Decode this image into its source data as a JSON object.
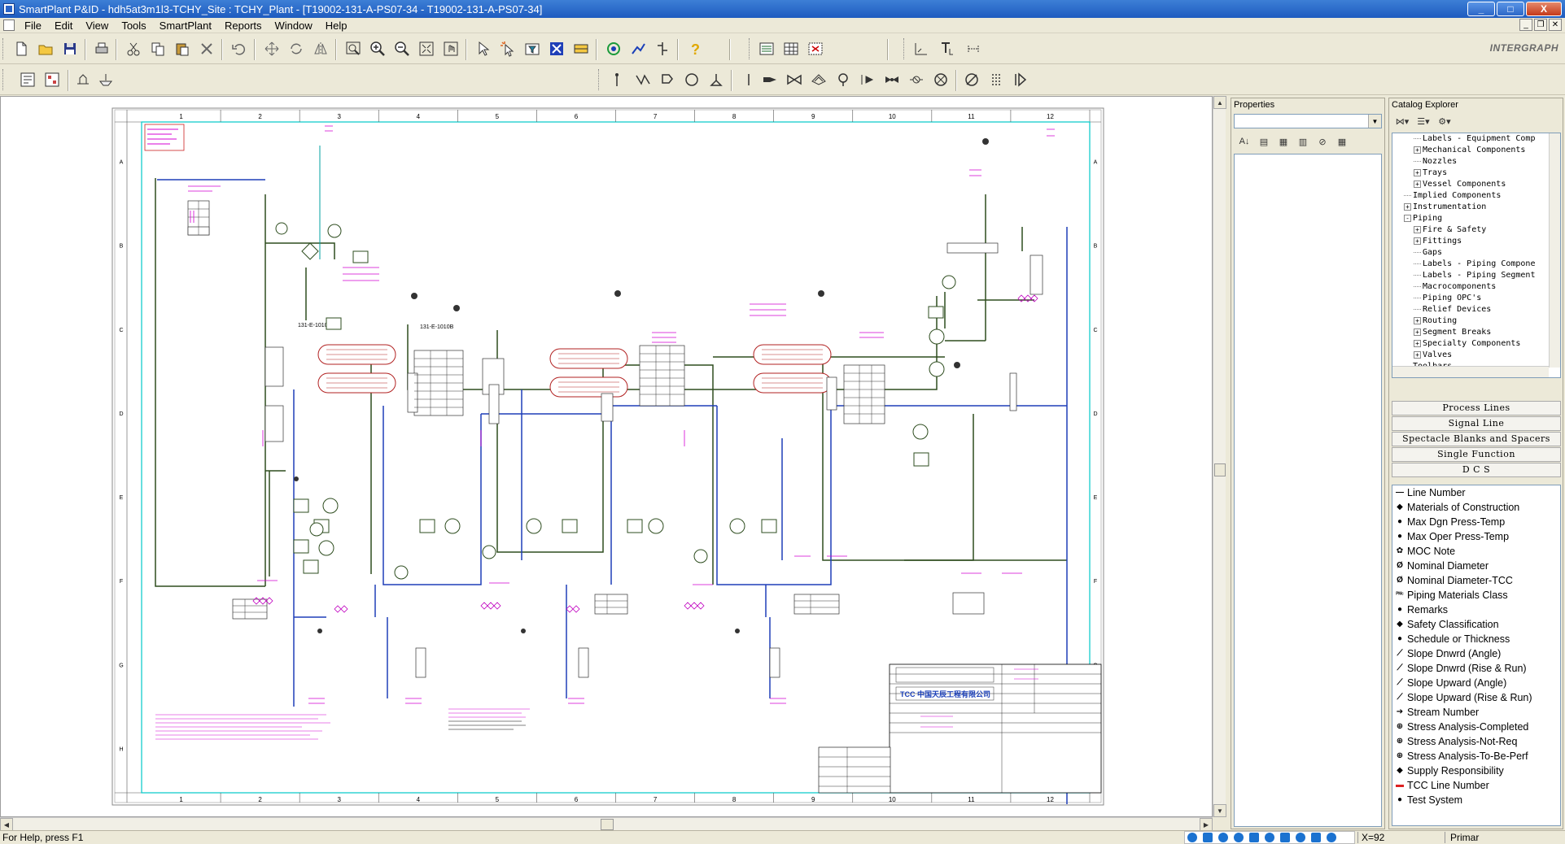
{
  "window": {
    "title": "SmartPlant P&ID - hdh5at3m1l3-TCHY_Site : TCHY_Plant - [T19002-131-A-PS07-34 - T19002-131-A-PS07-34]",
    "minimize": "_",
    "maximize": "□",
    "close": "X"
  },
  "menu": [
    "File",
    "Edit",
    "View",
    "Tools",
    "SmartPlant",
    "Reports",
    "Window",
    "Help"
  ],
  "logo": "INTERGRAPH",
  "drawing": {
    "col_numbers": [
      "1",
      "2",
      "3",
      "4",
      "5",
      "6",
      "7",
      "8",
      "9",
      "10",
      "11",
      "12"
    ],
    "row_letters": [
      "A",
      "B",
      "C",
      "D",
      "E",
      "F",
      "G",
      "H"
    ],
    "exchanger_tags": [
      "131-E-1010E",
      "131-E-1010B"
    ],
    "company_name": "TCC 中国天辰工程有限公司"
  },
  "properties": {
    "title": "Properties"
  },
  "catalog": {
    "title": "Catalog Explorer",
    "tree": [
      {
        "label": "Labels - Equipment Comp",
        "level": 2,
        "expander": ""
      },
      {
        "label": "Mechanical Components",
        "level": 2,
        "expander": "+"
      },
      {
        "label": "Nozzles",
        "level": 2,
        "expander": ""
      },
      {
        "label": "Trays",
        "level": 2,
        "expander": "+"
      },
      {
        "label": "Vessel Components",
        "level": 2,
        "expander": "+"
      },
      {
        "label": "Implied Components",
        "level": 1,
        "expander": ""
      },
      {
        "label": "Instrumentation",
        "level": 1,
        "expander": "+"
      },
      {
        "label": "Piping",
        "level": 1,
        "expander": "-"
      },
      {
        "label": "Fire & Safety",
        "level": 2,
        "expander": "+"
      },
      {
        "label": "Fittings",
        "level": 2,
        "expander": "+"
      },
      {
        "label": "Gaps",
        "level": 2,
        "expander": ""
      },
      {
        "label": "Labels - Piping Compone",
        "level": 2,
        "expander": ""
      },
      {
        "label": "Labels - Piping Segment",
        "level": 2,
        "expander": ""
      },
      {
        "label": "Macrocomponents",
        "level": 2,
        "expander": ""
      },
      {
        "label": "Piping OPC's",
        "level": 2,
        "expander": ""
      },
      {
        "label": "Relief Devices",
        "level": 2,
        "expander": ""
      },
      {
        "label": "Routing",
        "level": 2,
        "expander": "+"
      },
      {
        "label": "Segment Breaks",
        "level": 2,
        "expander": "+"
      },
      {
        "label": "Specialty Components",
        "level": 2,
        "expander": "+"
      },
      {
        "label": "Valves",
        "level": 2,
        "expander": "+"
      },
      {
        "label": "Toolbars",
        "level": 1,
        "expander": ""
      }
    ],
    "buttons": [
      "Process Lines",
      "Signal Line",
      "Spectacle Blanks and Spacers",
      "Single Function",
      "D C S"
    ],
    "labels": [
      {
        "label": "Line Number",
        "icon": "line"
      },
      {
        "label": "Materials of Construction",
        "icon": "diamond"
      },
      {
        "label": "Max  Dgn Press-Temp",
        "icon": "circle"
      },
      {
        "label": "Max  Oper Press-Temp",
        "icon": "circle"
      },
      {
        "label": "MOC Note",
        "icon": "gear"
      },
      {
        "label": "Nominal Diameter",
        "icon": "ø"
      },
      {
        "label": "Nominal Diameter-TCC",
        "icon": "ø"
      },
      {
        "label": "Piping Materials Class",
        "icon": "pmc"
      },
      {
        "label": "Remarks",
        "icon": "circle"
      },
      {
        "label": "Safety Classification",
        "icon": "diamond"
      },
      {
        "label": "Schedule or Thickness",
        "icon": "circle"
      },
      {
        "label": "Slope Dnwrd (Angle)",
        "icon": "slope"
      },
      {
        "label": "Slope Dnwrd (Rise & Run)",
        "icon": "slope"
      },
      {
        "label": "Slope Upward (Angle)",
        "icon": "slope"
      },
      {
        "label": "Slope Upward (Rise & Run)",
        "icon": "slope"
      },
      {
        "label": "Stream Number",
        "icon": "arrow"
      },
      {
        "label": "Stress Analysis-Completed",
        "icon": "stress"
      },
      {
        "label": "Stress Analysis-Not-Req",
        "icon": "stress"
      },
      {
        "label": "Stress Analysis-To-Be-Perf",
        "icon": "stress"
      },
      {
        "label": "Supply Responsibility",
        "icon": "diamond"
      },
      {
        "label": "TCC Line Number",
        "icon": "redline"
      },
      {
        "label": "Test System",
        "icon": "circle"
      }
    ]
  },
  "status": {
    "help": "For Help, press F1",
    "coord": "X=92",
    "mode": "Primar"
  },
  "colors": {
    "titlebar": "#1e5bbf",
    "pipe_green": "#2e4d1f",
    "pipe_blue": "#1f3fb8",
    "annotation_magenta": "#d400d4",
    "border_cyan": "#00c8c8",
    "equipment_red": "#b22222"
  }
}
